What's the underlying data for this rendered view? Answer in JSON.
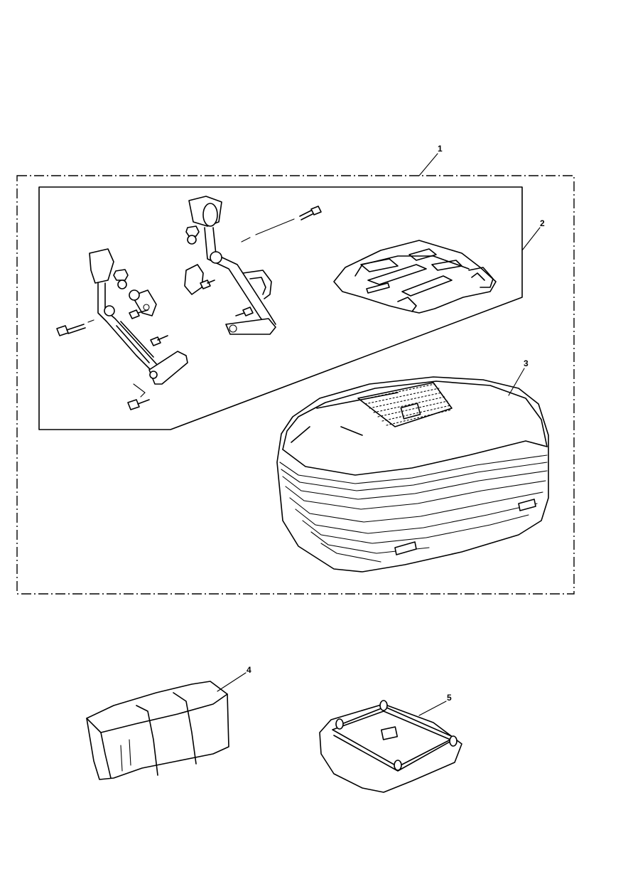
{
  "diagram": {
    "callouts": [
      {
        "id": "kit",
        "label": "1"
      },
      {
        "id": "mounting-kit",
        "label": "2"
      },
      {
        "id": "top-box",
        "label": "3"
      },
      {
        "id": "backrest-pad",
        "label": "4"
      },
      {
        "id": "inner-mat",
        "label": "5"
      }
    ]
  }
}
